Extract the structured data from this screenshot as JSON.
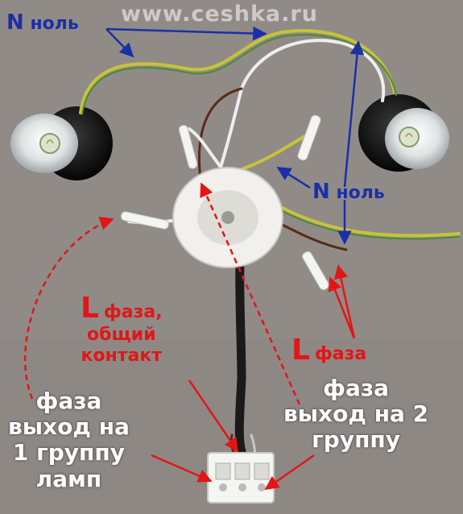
{
  "watermark": "www.ceshka.ru",
  "labels": {
    "n_top_letter": "N",
    "n_top_word": "ноль",
    "n_mid_letter": "N",
    "n_mid_word": "ноль",
    "l_common_letter": "L",
    "l_common_line1": "фаза,",
    "l_common_line2": "общий",
    "l_common_line3": "контакт",
    "l_right_letter": "L",
    "l_right_word": "фаза",
    "out1_line1": "фаза",
    "out1_line2": "выход на",
    "out1_line3": "1 группу",
    "out1_line4": "ламп",
    "out2_line1": "фаза",
    "out2_line2": "выход на 2",
    "out2_line3": "группу"
  },
  "colors": {
    "blue_label": "#1b2fa8",
    "red_label": "#e21616",
    "white_label": "#ffffff",
    "wire_yellow_green": "#c8c23a",
    "wire_brown": "#5a2a18",
    "wire_black": "#1a1a1a"
  }
}
